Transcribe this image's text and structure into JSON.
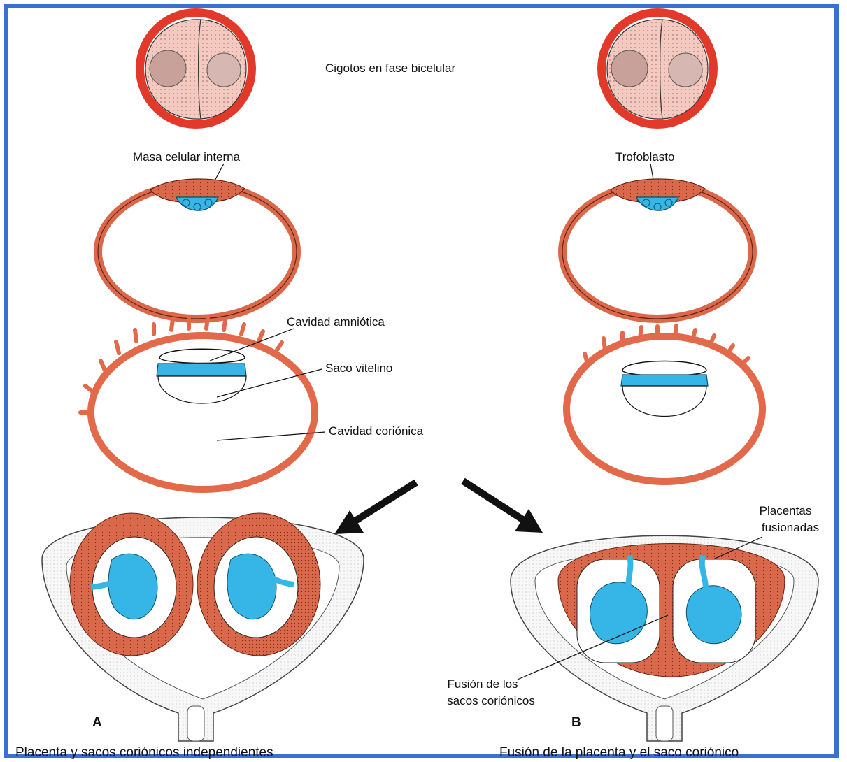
{
  "labels": {
    "cigotos": "Cigotos en fase bicelular",
    "masa": "Masa celular interna",
    "trofoblasto": "Trofoblasto",
    "amniotica": "Cavidad amniótica",
    "vitelino": "Saco vitelino",
    "corionica": "Cavidad coriónica",
    "placentas_l1": "Placentas",
    "placentas_l2": "fusionadas",
    "fusion_l1": "Fusión de los",
    "fusion_l2": "sacos coriónicos",
    "letter_a": "A",
    "letter_b": "B",
    "caption_a": "Placenta y sacos coriónicos independientes",
    "caption_b": "Fusión de la placenta y el saco coriónico"
  },
  "colors": {
    "frame": "#3b6fd1",
    "zona": "#e2392b",
    "cell": "#f3c9c0",
    "tissue": "#d9694a",
    "embryo": "#35b6e6",
    "uterus": "#f4f4f4"
  }
}
